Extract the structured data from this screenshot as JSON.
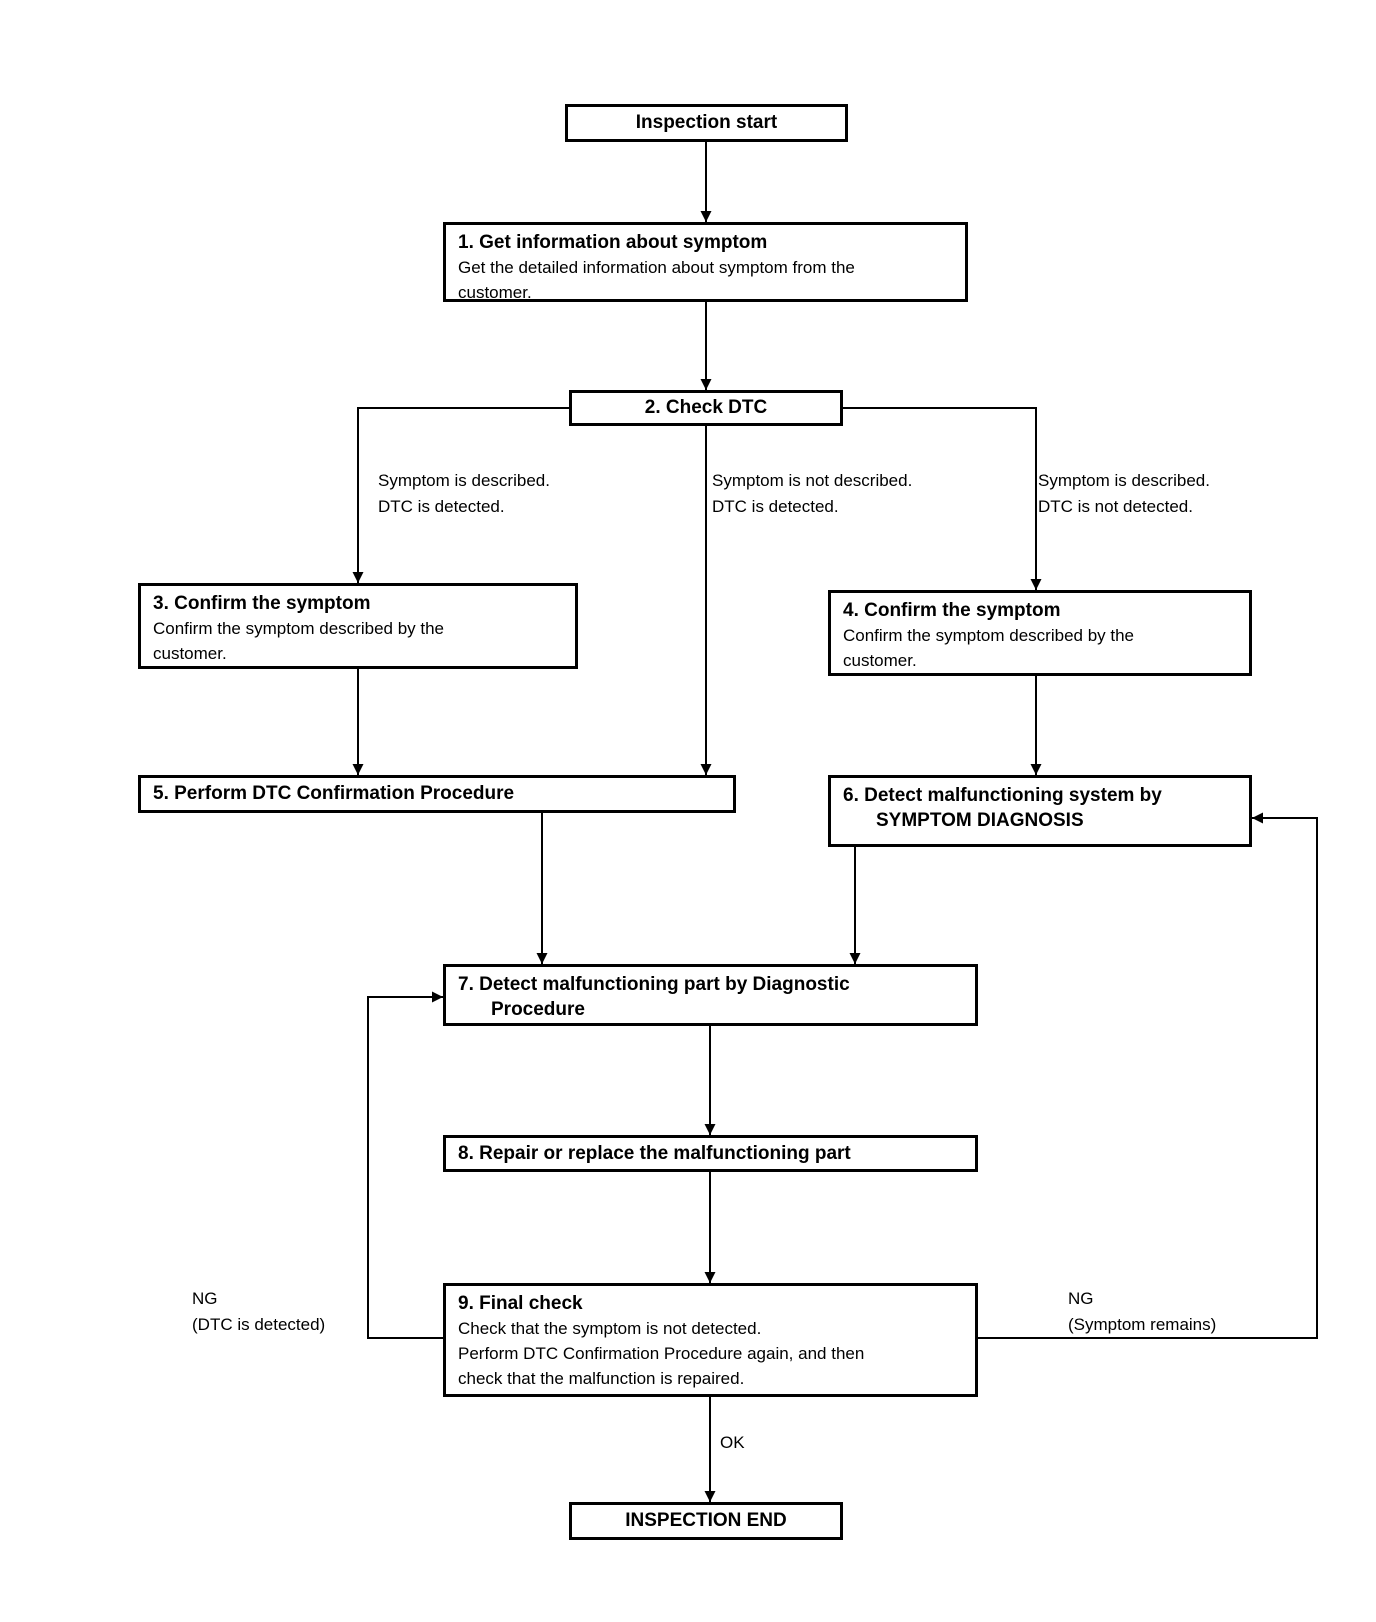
{
  "colors": {
    "background": "#ffffff",
    "line": "#000000",
    "text": "#000000"
  },
  "nodes": {
    "start": {
      "label": "Inspection start"
    },
    "step1": {
      "title": "1. Get information about symptom",
      "body": "Get the detailed information about symptom from the\ncustomer."
    },
    "step2": {
      "title": "2. Check DTC"
    },
    "step3": {
      "title": "3. Confirm the symptom",
      "body": "Confirm the symptom described by the\ncustomer."
    },
    "step4": {
      "title": "4. Confirm the symptom",
      "body": "Confirm the symptom described by the\ncustomer."
    },
    "step5": {
      "title": "5. Perform DTC Confirmation Procedure"
    },
    "step6": {
      "title_line1": "6. Detect malfunctioning system by",
      "title_line2": "SYMPTOM DIAGNOSIS"
    },
    "step7": {
      "title_line1": "7. Detect malfunctioning part by Diagnostic",
      "title_line2": "Procedure"
    },
    "step8": {
      "title": "8. Repair or replace the malfunctioning part"
    },
    "step9": {
      "title": "9. Final check",
      "body": "Check that the symptom is not detected.\nPerform DTC Confirmation Procedure again, and then\ncheck that the malfunction is repaired."
    },
    "end": {
      "label": "INSPECTION END"
    }
  },
  "edge_labels": {
    "branch_left": "Symptom is described.\nDTC is detected.",
    "branch_middle": "Symptom is not described.\nDTC is detected.",
    "branch_right": "Symptom is described.\nDTC is not detected.",
    "ok": "OK",
    "ng_left": "NG\n(DTC is detected)",
    "ng_right": "NG\n(Symptom remains)"
  }
}
